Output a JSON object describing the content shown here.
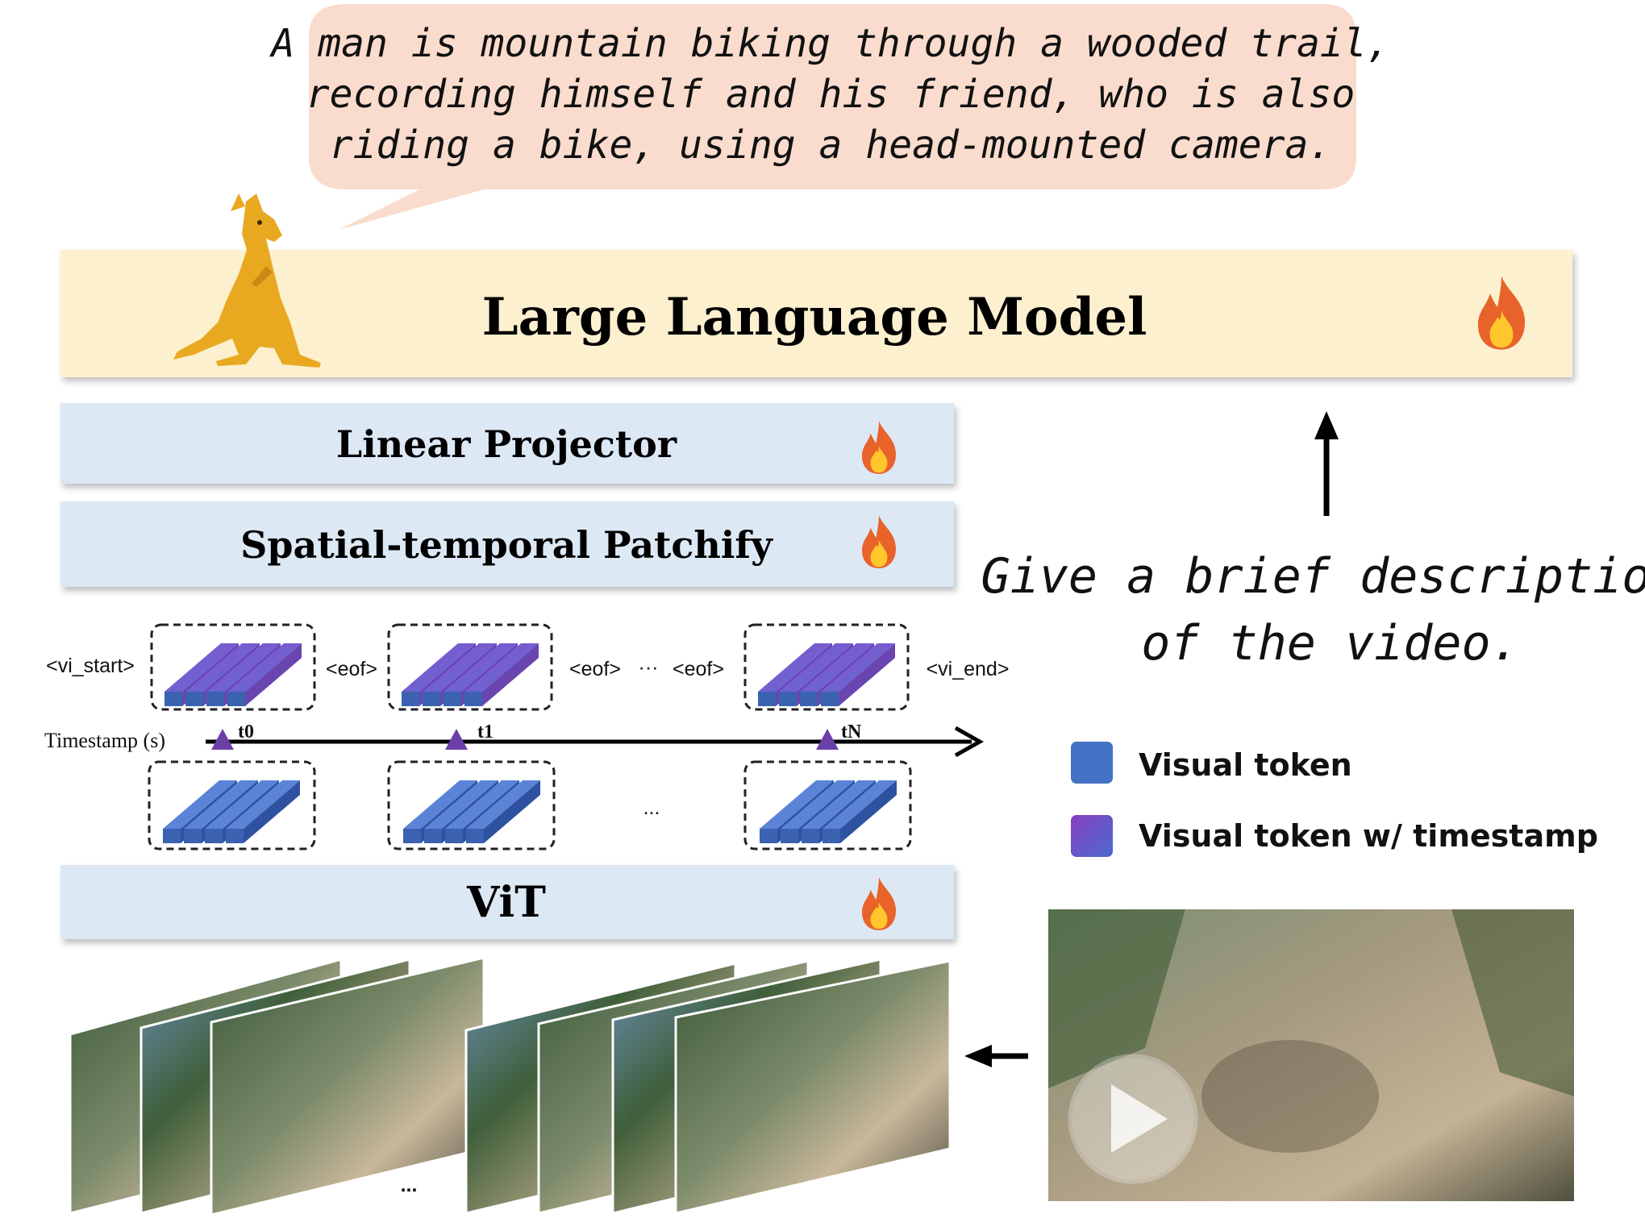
{
  "speech": {
    "lines": [
      "A man is mountain biking through a wooded trail,",
      "recording himself and his friend, who is also",
      "riding a bike, using a head-mounted camera."
    ]
  },
  "blocks": {
    "llm": "Large Language Model",
    "projector": "Linear Projector",
    "patchify": "Spatial-temporal Patchify",
    "vit": "ViT"
  },
  "prompt": {
    "lines": [
      "Give a brief description",
      "of the video."
    ]
  },
  "tokens": {
    "vi_start": "<vi_start>",
    "eof_1": "<eof>",
    "eof_2": "<eof>",
    "ellipsis_top": "···",
    "eof_3": "<eof>",
    "vi_end": "<vi_end>",
    "ellipsis_bottom": "...",
    "ellipsis_frames": "..."
  },
  "timeline": {
    "label": "Timestamp (s)",
    "ticks": [
      "t0",
      "t1",
      "tN"
    ]
  },
  "legend": [
    {
      "label": "Visual token",
      "color": "#4472c4"
    },
    {
      "label": "Visual token w/ timestamp",
      "color": "#7b4fbf"
    }
  ],
  "colors": {
    "llm_fill": "#fdf0cf",
    "block_fill": "#dde8f5",
    "bubble_fill": "#f9dccd",
    "token_blue": "#4472c4",
    "token_purple": "#7b4fbf",
    "marker": "#6b3fa8",
    "kangaroo": "#e8a921",
    "flame_outer": "#e8632a",
    "flame_inner": "#ffc72c"
  },
  "icons": [
    "kangaroo-icon",
    "flame-icon",
    "play-icon",
    "arrow-up-icon",
    "arrow-left-icon"
  ]
}
